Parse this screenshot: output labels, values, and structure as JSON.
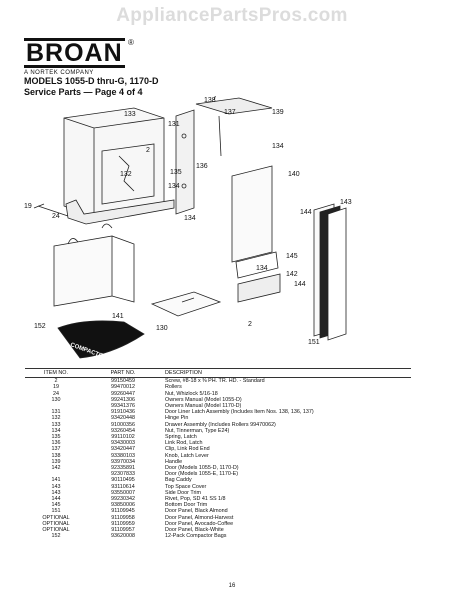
{
  "watermark": "AppliancePartsPros.com",
  "logo": {
    "brand": "BROAN",
    "registered": "®",
    "tagline": "A NORTEK COMPANY"
  },
  "heading": {
    "line1": "MODELS 1055-D thru-G, 1170-D",
    "line2": "Service Parts — Page 4 of 4"
  },
  "diagram": {
    "callouts": [
      "138",
      "137",
      "139",
      "133",
      "131",
      "2",
      "134",
      "136",
      "140",
      "135",
      "132",
      "134",
      "19",
      "24",
      "134",
      "143",
      "144",
      "145",
      "134",
      "142",
      "144",
      "141",
      "130",
      "2",
      "152",
      "151"
    ],
    "compactor_bag_text": "COMPACTOR BAGS"
  },
  "table": {
    "headers": [
      "ITEM NO.",
      "PART NO.",
      "DESCRIPTION"
    ],
    "rows": [
      [
        "2",
        "99150459",
        "Screw, #8-18 x ⅜ PH. TR. HD. - Standard"
      ],
      [
        "19",
        "99470012",
        "Rollers"
      ],
      [
        "24",
        "99260447",
        "Nut, Whizlock 5/16-18"
      ],
      [
        "130",
        "99241306",
        "Owners Manual (Model 1055-D)"
      ],
      [
        "",
        "99341376",
        "Owners Manual (Model 1170-D)"
      ],
      [
        "131",
        "91910436",
        "Door Liner Latch Assembly (Includes Item Nos. 138, 136, 137)"
      ],
      [
        "132",
        "93420448",
        "Hinge Pin"
      ],
      [
        "133",
        "91000356",
        "Drawer Assembly (Includes Rollers 99470062)"
      ],
      [
        "134",
        "93260454",
        "Nut, Tinnerman, Type E24)"
      ],
      [
        "135",
        "99110102",
        "Spring, Latch"
      ],
      [
        "136",
        "93430003",
        "Link Rod, Latch"
      ],
      [
        "137",
        "93420447",
        "Clip, Link Rod End"
      ],
      [
        "138",
        "93380103",
        "Knob, Latch Lever"
      ],
      [
        "139",
        "93970034",
        "Handle"
      ],
      [
        "142",
        "92335891",
        "Door (Models 1055-D, 1170-D)"
      ],
      [
        "",
        "92307833",
        "Door (Models 1055-E, 1170-E)"
      ],
      [
        "141",
        "90110495",
        "Bag Caddy"
      ],
      [
        "143",
        "93110614",
        "Top Space Cover"
      ],
      [
        "143",
        "93550007",
        "Side Door Trim"
      ],
      [
        "144",
        "99230342",
        "Rivet, Pop, SD 41 SS 1/8"
      ],
      [
        "145",
        "93850006",
        "Bottom Door Trim"
      ],
      [
        "151",
        "91109945",
        "Door Panel, Black Almond"
      ],
      [
        "OPTIONAL",
        "91109958",
        "Door Panel, Almond-Harvest"
      ],
      [
        "OPTIONAL",
        "91109959",
        "Door Panel, Avocado-Coffee"
      ],
      [
        "OPTIONAL",
        "91109957",
        "Door Panel, Black-White"
      ],
      [
        "152",
        "93620008",
        "12-Pack Compactor Bags"
      ]
    ]
  },
  "page_number": "16"
}
